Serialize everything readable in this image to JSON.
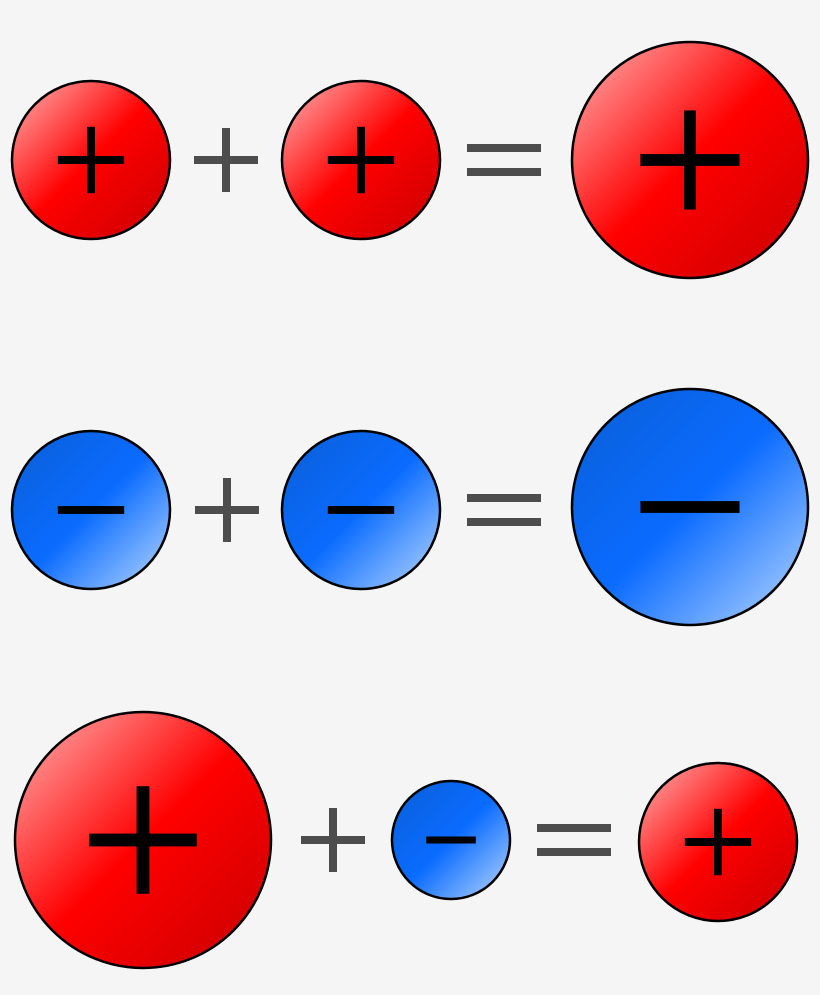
{
  "colors": {
    "background": "#f5f5f5",
    "positive_light": "#ffb6b6",
    "positive_mid": "#ff0000",
    "positive_dark": "#c80000",
    "negative_light": "#0a5fd6",
    "negative_mid": "#0a6bff",
    "negative_lightest": "#b9d8ff",
    "operator": "#4d4d4d",
    "outline": "#000000",
    "sign": "#000000"
  },
  "equations": [
    {
      "terms": [
        {
          "charge": "positive",
          "magnitude": 1
        },
        {
          "charge": "positive",
          "magnitude": 1
        }
      ],
      "result": {
        "charge": "positive",
        "magnitude": 2
      }
    },
    {
      "terms": [
        {
          "charge": "negative",
          "magnitude": 1
        },
        {
          "charge": "negative",
          "magnitude": 1
        }
      ],
      "result": {
        "charge": "negative",
        "magnitude": 2
      }
    },
    {
      "terms": [
        {
          "charge": "positive",
          "magnitude": 2
        },
        {
          "charge": "negative",
          "magnitude": 0.5
        }
      ],
      "result": {
        "charge": "positive",
        "magnitude": 1
      }
    }
  ],
  "icons": {
    "plus_operator": "plus-icon",
    "equals_operator": "equals-icon",
    "positive_sign": "plus-sign-icon",
    "negative_sign": "minus-sign-icon"
  }
}
